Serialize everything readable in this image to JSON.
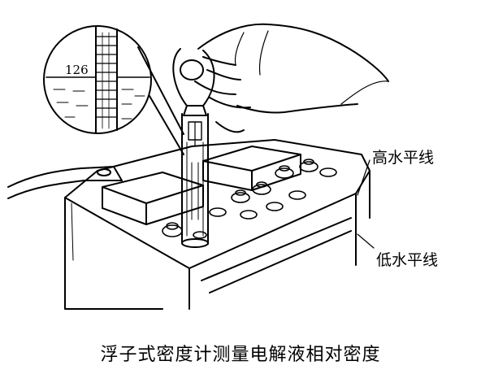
{
  "figure": {
    "scale_reading": "126",
    "labels": {
      "high_level": "高水平线",
      "low_level": "低水平线"
    },
    "caption": "浮子式密度计测量电解液相对密度"
  }
}
